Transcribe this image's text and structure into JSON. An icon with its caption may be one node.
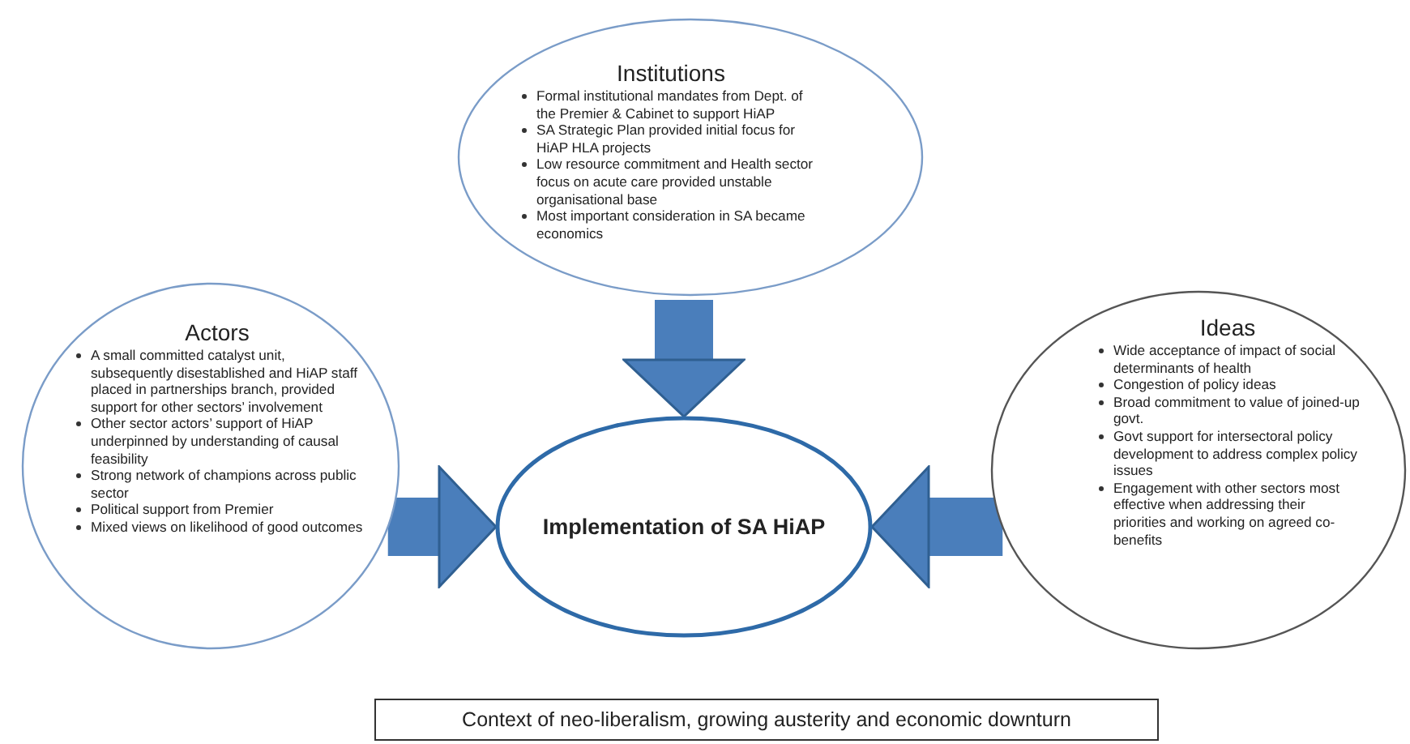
{
  "diagram": {
    "nodes": [
      {
        "text": [
          "Institutions",
          "Formal institutional mandates from Dept. of the Premier & Cabinet to support HiAP",
          "SA Strategic Plan provided initial focus for HiAP HLA projects",
          "Low resource commitment and Health sector focus on acute care provided unstable organisational base",
          "Most important consideration in SA became economics"
        ]
      },
      {
        "text": [
          "Actors",
          "A small committed catalyst unit, subsequently disestablished and HiAP staff placed in partnerships branch, provided support for other sectors’ involvement",
          "Other sector actors’ support of HiAP underpinned by understanding of causal feasibility",
          "Strong network of champions across public sector",
          "Political support from Premier",
          "Mixed views on likelihood of good outcomes"
        ]
      },
      {
        "text": [
          "Ideas",
          "Wide acceptance of impact of social determinants of health",
          "Congestion of policy ideas",
          "Broad commitment to value of joined-up govt.",
          "Govt support for intersectoral policy development to address complex policy issues",
          "Engagement with other sectors most effective when addressing their priorities and working on agreed co-benefits"
        ]
      },
      {
        "text": [
          "Implementation of SA HiAP"
        ]
      },
      {
        "text": [
          "Context of neo-liberalism, growing austerity and economic downturn"
        ]
      }
    ],
    "edges": [
      {
        "from": 0,
        "to": 3,
        "arrow": "to"
      },
      {
        "from": 1,
        "to": 3,
        "arrow": "to"
      },
      {
        "from": 2,
        "to": 3,
        "arrow": "to"
      }
    ]
  }
}
